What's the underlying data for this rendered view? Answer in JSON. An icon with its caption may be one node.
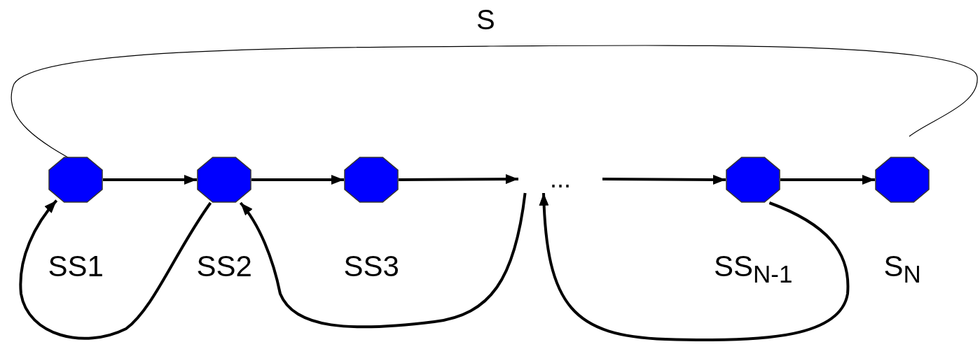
{
  "diagram": {
    "nodes": [
      {
        "text": [
          "SS1"
        ]
      },
      {
        "text": [
          "SS2"
        ]
      },
      {
        "text": [
          "SS3"
        ]
      },
      {
        "text": [
          "..."
        ]
      },
      {
        "text": [
          "SS$_{N-1}$"
        ]
      },
      {
        "text": [
          "S$_{N}$"
        ]
      }
    ],
    "edges": [
      {
        "from": 0,
        "to": 1,
        "arrow": "to"
      },
      {
        "from": 1,
        "to": 2,
        "arrow": "to"
      },
      {
        "from": 2,
        "to": 3,
        "arrow": "to"
      },
      {
        "from": 3,
        "to": 4,
        "arrow": "to"
      },
      {
        "from": 4,
        "to": 5,
        "arrow": "to"
      },
      {
        "from": 4,
        "to": 3,
        "arrow": "to"
      },
      {
        "from": 3,
        "to": 1,
        "arrow": "to"
      },
      {
        "from": 1,
        "to": 0,
        "arrow": "to"
      }
    ],
    "labels": [
      "S"
    ]
  }
}
